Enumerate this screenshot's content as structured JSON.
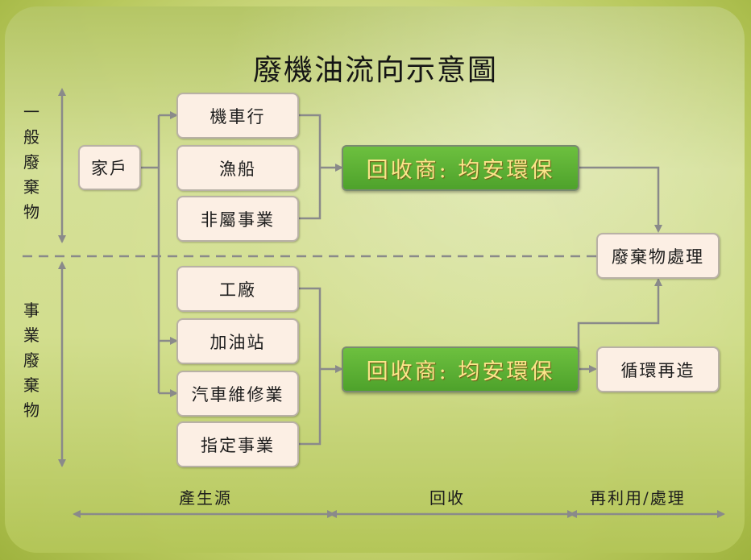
{
  "title": "廢機油流向示意圖",
  "categories": {
    "general_waste": [
      "一",
      "般",
      "廢",
      "棄",
      "物"
    ],
    "business_waste": [
      "事",
      "業",
      "廢",
      "棄",
      "物"
    ]
  },
  "nodes": {
    "household": "家戶",
    "scooter_shop": "機車行",
    "fishing_boat": "漁船",
    "non_business": "非屬事業",
    "factory": "工廠",
    "gas_station": "加油站",
    "auto_repair": "汽車維修業",
    "designated_business": "指定事業",
    "recycler_top": "回收商: 均安環保",
    "recycler_bottom": "回收商: 均安環保",
    "waste_treatment": "廢棄物處理",
    "recycling": "循環再造"
  },
  "stages": {
    "source": "產生源",
    "recovery": "回收",
    "reuse": "再利用/處理"
  },
  "colors": {
    "box_fill": "#fcefe4",
    "recycler_fill": "#5ab232",
    "recycler_text": "#fbe58a",
    "line": "#8a8a8a"
  }
}
